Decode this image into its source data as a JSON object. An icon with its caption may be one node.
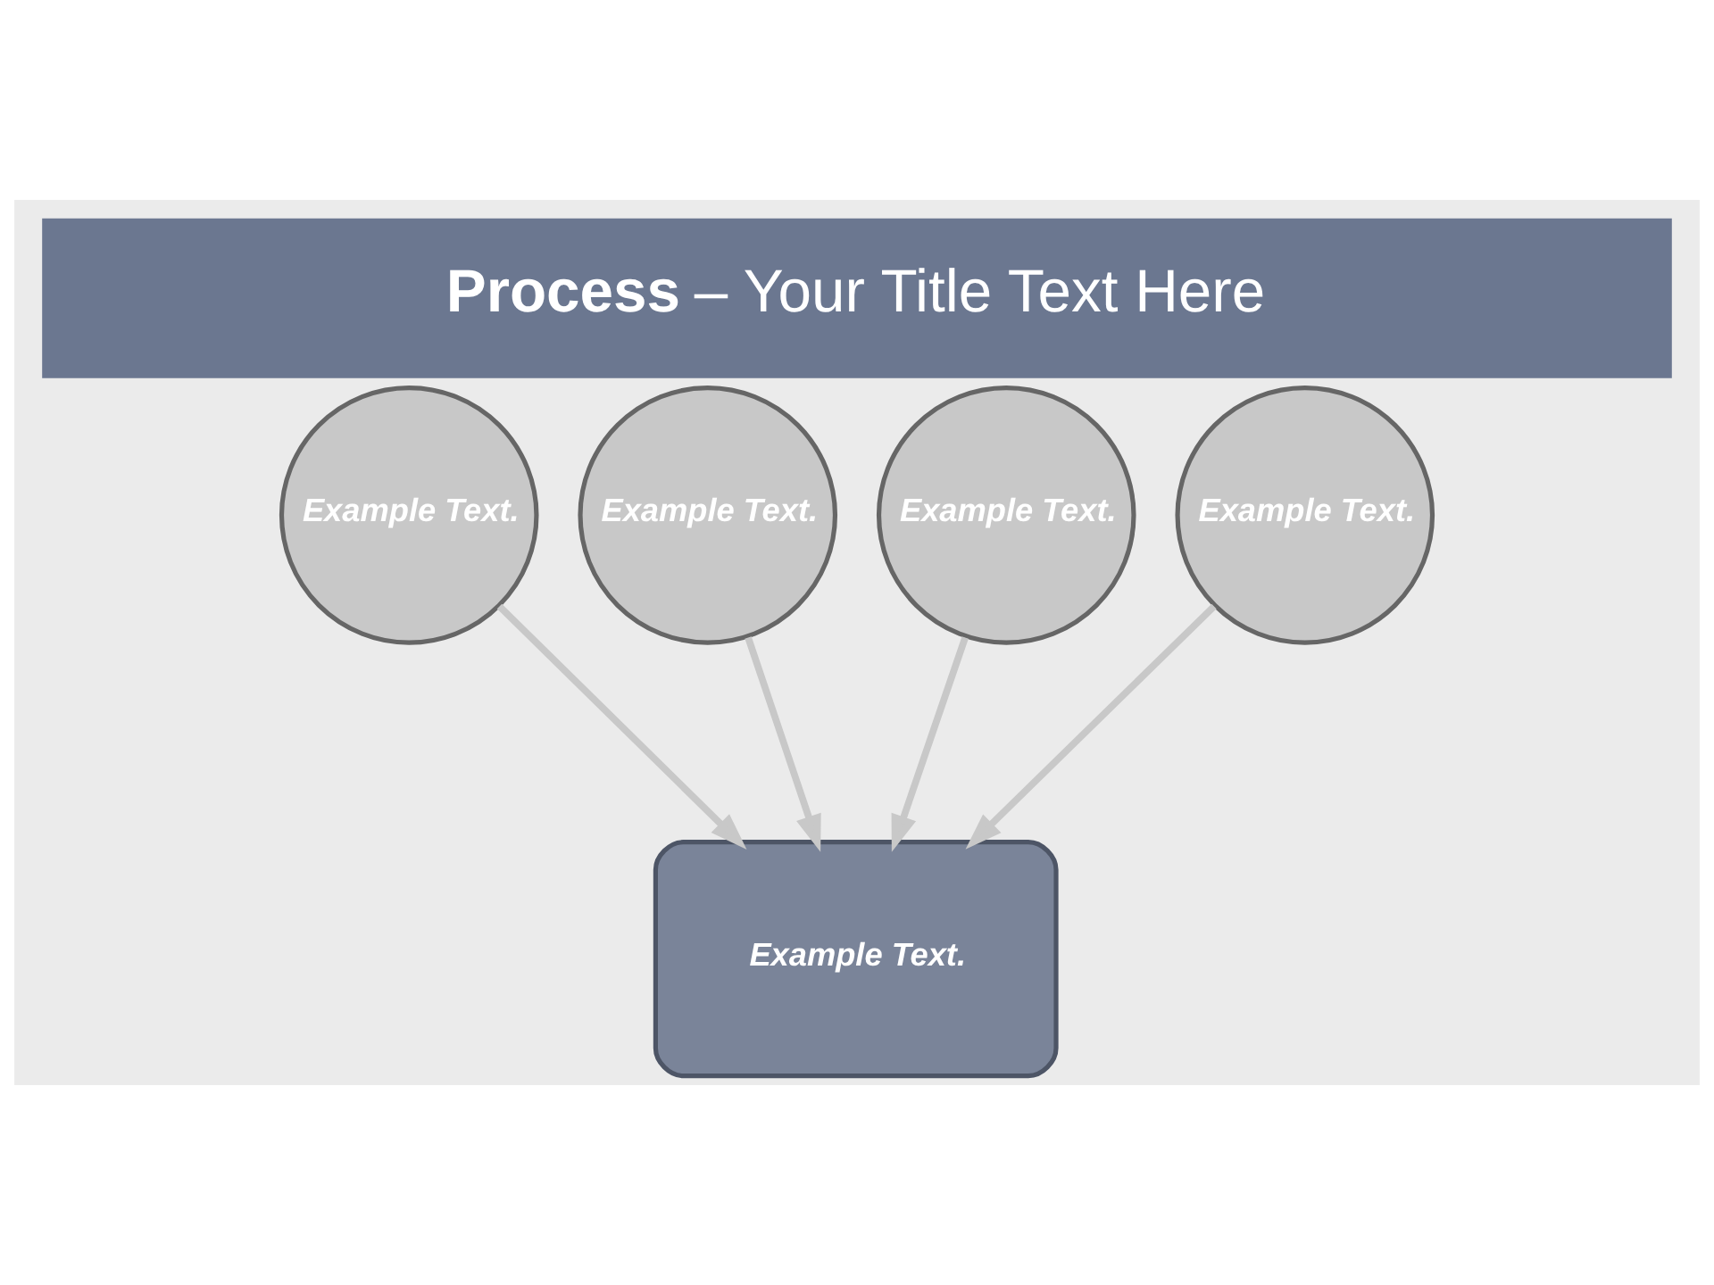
{
  "diagram": {
    "title": "**Process** – Your Title Text Here",
    "nodes": [
      {
        "text": [
          "Example Text."
        ]
      },
      {
        "text": [
          "Example Text."
        ]
      },
      {
        "text": [
          "Example Text."
        ]
      },
      {
        "text": [
          "Example Text."
        ]
      },
      {
        "text": [
          "Example Text."
        ]
      }
    ],
    "edges": [
      {
        "from": 0,
        "to": 4,
        "arrow": "to"
      },
      {
        "from": 1,
        "to": 4,
        "arrow": "to"
      },
      {
        "from": 2,
        "to": 4,
        "arrow": "to"
      },
      {
        "from": 3,
        "to": 4,
        "arrow": "to"
      }
    ]
  }
}
